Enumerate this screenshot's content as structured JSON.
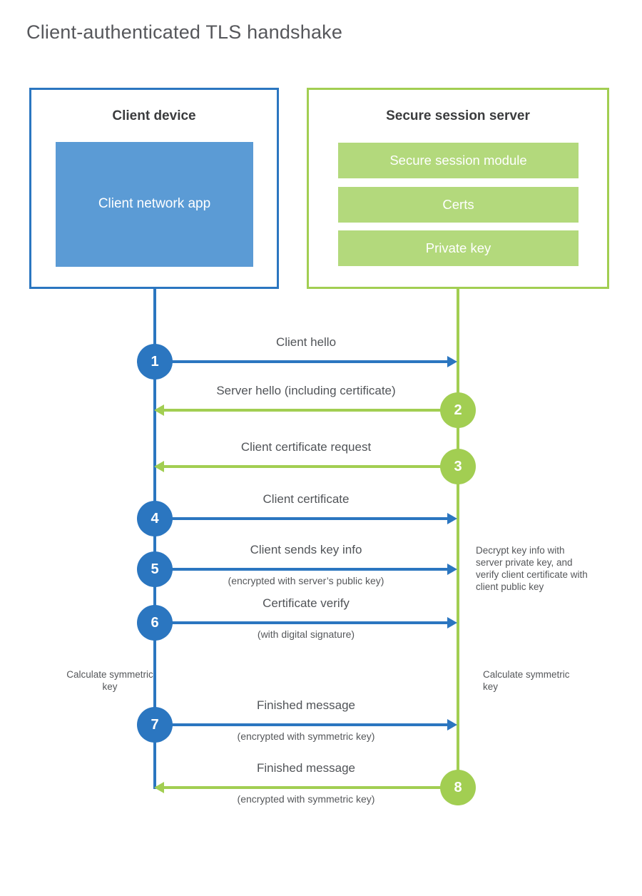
{
  "title": "Client-authenticated TLS handshake",
  "colors": {
    "client_accent": "#2b76c0",
    "client_fill": "#5b9bd5",
    "server_accent": "#a2ce52",
    "server_fill": "#b3d97c",
    "text_dark": "#3b3c3e",
    "text_gray": "#55575a"
  },
  "client": {
    "title": "Client device",
    "app_label": "Client network app"
  },
  "server": {
    "title": "Secure session server",
    "modules": [
      "Secure session module",
      "Certs",
      "Private key"
    ]
  },
  "steps": [
    {
      "num": "1",
      "label": "Client hello",
      "sublabel": "",
      "from": "client",
      "direction": "right"
    },
    {
      "num": "2",
      "label": "Server hello (including certificate)",
      "sublabel": "",
      "from": "server",
      "direction": "left"
    },
    {
      "num": "3",
      "label": "Client certificate request",
      "sublabel": "",
      "from": "server",
      "direction": "left"
    },
    {
      "num": "4",
      "label": "Client certificate",
      "sublabel": "",
      "from": "client",
      "direction": "right"
    },
    {
      "num": "5",
      "label": "Client sends key info",
      "sublabel": "(encrypted with server’s public key)",
      "from": "client",
      "direction": "right"
    },
    {
      "num": "6",
      "label": "Certificate verify",
      "sublabel": "(with digital signature)",
      "from": "client",
      "direction": "right"
    },
    {
      "num": "7",
      "label": "Finished message",
      "sublabel": "(encrypted with symmetric key)",
      "from": "client",
      "direction": "right"
    },
    {
      "num": "8",
      "label": "Finished message",
      "sublabel": "(encrypted with symmetric key)",
      "from": "server",
      "direction": "left"
    }
  ],
  "annotations": {
    "decrypt_note": "Decrypt key info with server private key, and verify client certificate with client public key",
    "calc_left": "Calculate symmetric key",
    "calc_right": "Calculate symmetric key"
  }
}
